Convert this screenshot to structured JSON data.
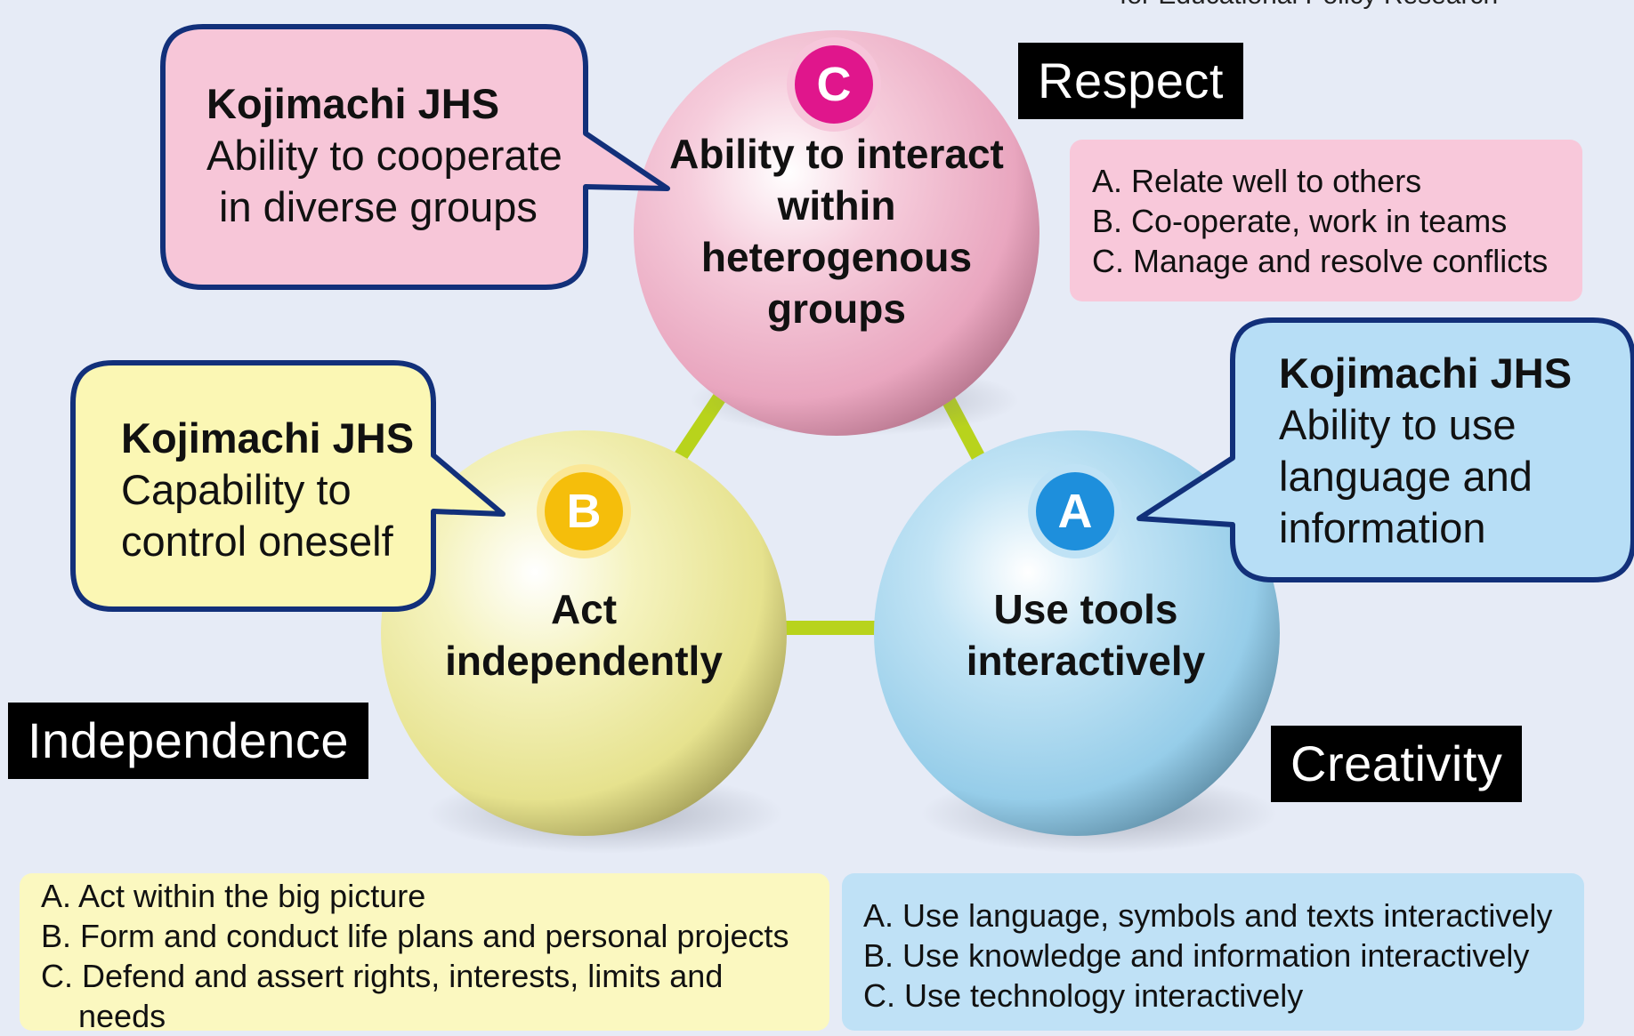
{
  "header_note": "for Educational Policy Research",
  "spheres": {
    "c": {
      "badge": "C",
      "title_lines": [
        "Ability to interact",
        "within",
        "heterogenous",
        "groups"
      ],
      "color": "#f2b7cb",
      "badge_color": "#e0168c"
    },
    "b": {
      "badge": "B",
      "title_lines": [
        "Act",
        "independently"
      ],
      "color": "#f1efa8",
      "badge_color": "#f5be0b"
    },
    "a": {
      "badge": "A",
      "title_lines": [
        "Use tools",
        "interactively"
      ],
      "color": "#a9d8f0",
      "badge_color": "#1e8fdc"
    }
  },
  "connector_color": "#b8d31c",
  "bubbles": {
    "pink": {
      "title": "Kojimachi JHS",
      "lines": [
        "Ability to cooperate",
        "in diverse groups"
      ],
      "fill": "#f7c6d8",
      "border": "#12307a"
    },
    "yellow": {
      "title": "Kojimachi JHS",
      "lines": [
        "Capability to",
        "control oneself"
      ],
      "fill": "#fbf7b4",
      "border": "#12307a"
    },
    "blue": {
      "title": "Kojimachi JHS",
      "lines": [
        "Ability to use",
        "language and",
        "information"
      ],
      "fill": "#b7def6",
      "border": "#12307a"
    }
  },
  "keywords": {
    "respect": "Respect",
    "independence": "Independence",
    "creativity": "Creativity"
  },
  "lists": {
    "pink": {
      "items": [
        "A. Relate well to others",
        "B. Co-operate, work in teams",
        "C. Manage and resolve conflicts"
      ],
      "fill": "#f8c8da"
    },
    "yellow": {
      "items": [
        "A. Act within the big picture",
        "B. Form and conduct life plans and personal projects",
        "C. Defend and assert rights, interests, limits and",
        "needs"
      ],
      "fill": "#fbf8c0"
    },
    "blue": {
      "items": [
        "A. Use language, symbols and texts interactively",
        "B. Use knowledge and information interactively",
        "C. Use technology interactively"
      ],
      "fill": "#bfe1f6"
    }
  }
}
